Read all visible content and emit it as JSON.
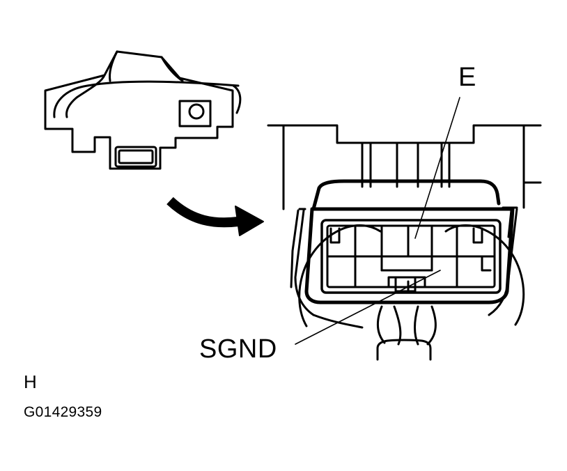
{
  "labels": {
    "terminal_e": "E",
    "terminal_sgnd": "SGND",
    "view_letter": "H",
    "figure_code": "G01429359"
  },
  "colors": {
    "ink": "#000000",
    "background": "#ffffff"
  },
  "icons": {
    "direction_arrow": "curved-arrow-right-icon"
  }
}
